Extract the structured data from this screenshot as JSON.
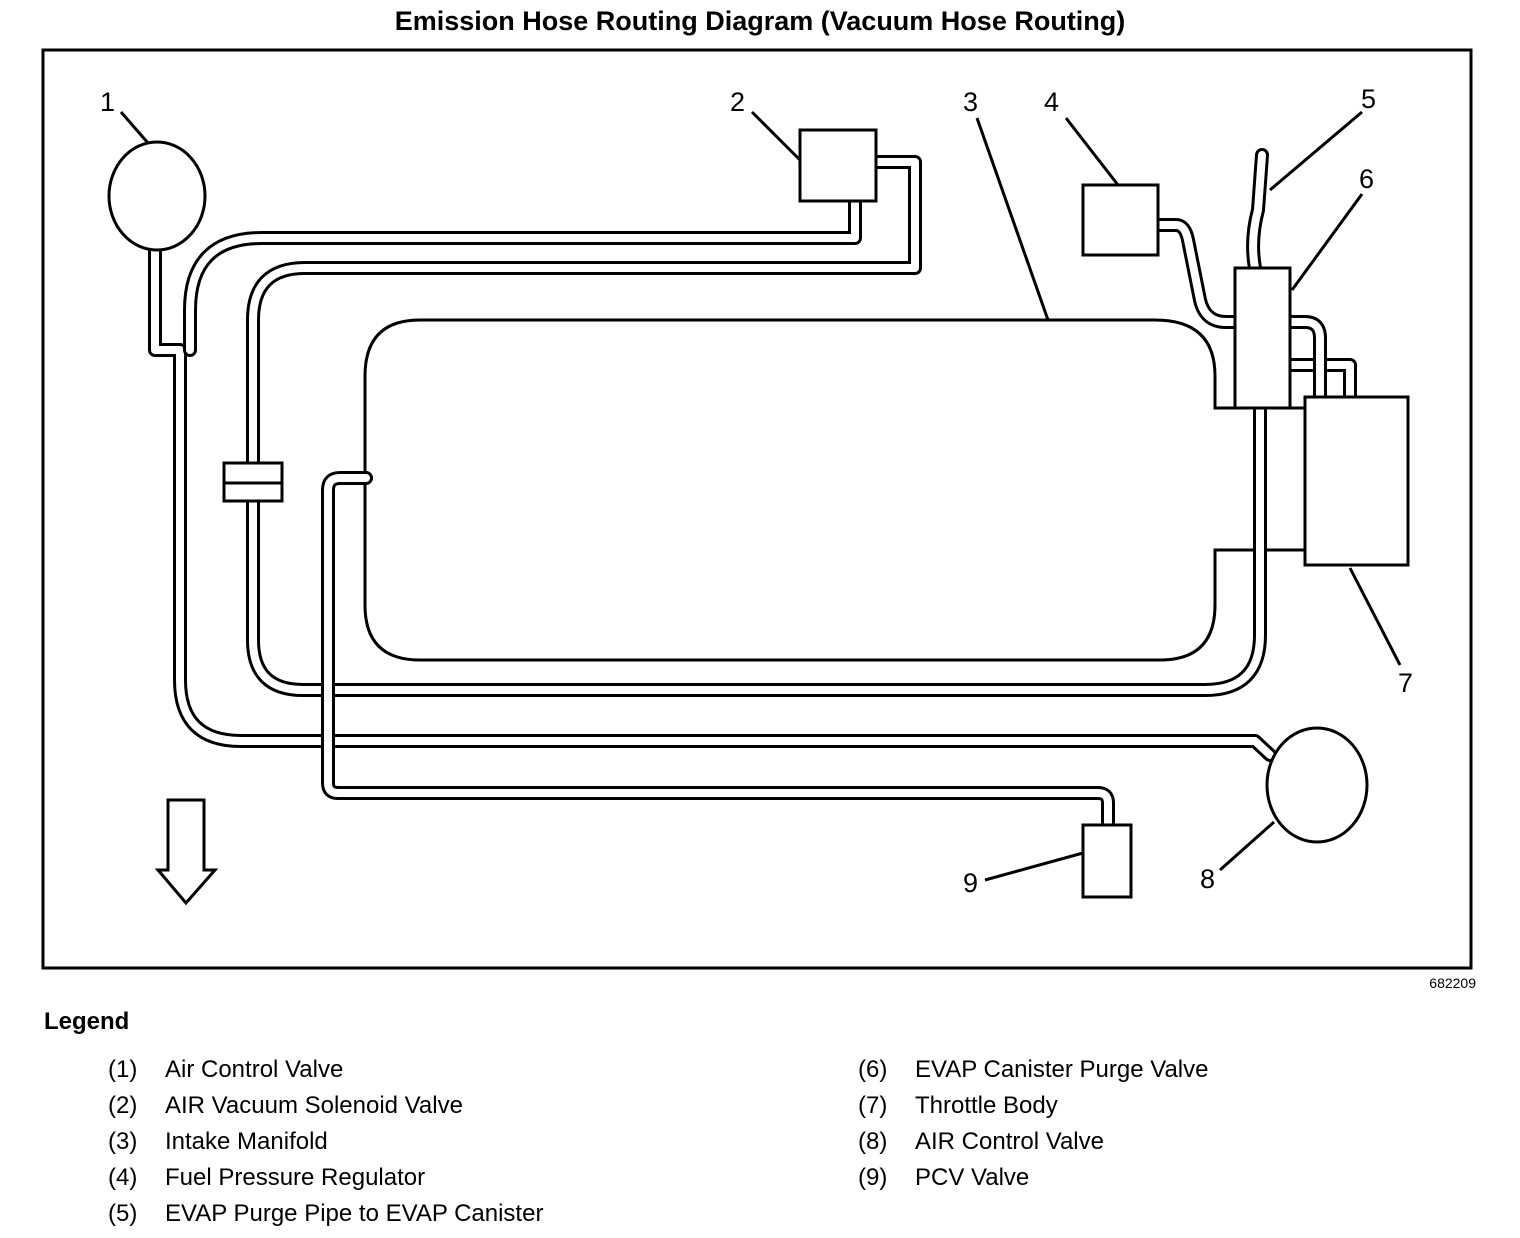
{
  "title": "Emission Hose Routing Diagram (Vacuum Hose Routing)",
  "figure_id": "682209",
  "callouts": [
    "1",
    "2",
    "3",
    "4",
    "5",
    "6",
    "7",
    "8",
    "9"
  ],
  "legend": {
    "title": "Legend",
    "items": [
      {
        "num": "(1)",
        "label": "Air Control Valve"
      },
      {
        "num": "(2)",
        "label": "AIR Vacuum Solenoid Valve"
      },
      {
        "num": "(3)",
        "label": "Intake Manifold"
      },
      {
        "num": "(4)",
        "label": "Fuel Pressure Regulator"
      },
      {
        "num": "(5)",
        "label": "EVAP Purge Pipe to EVAP Canister"
      },
      {
        "num": "(6)",
        "label": "EVAP Canister Purge Valve"
      },
      {
        "num": "(7)",
        "label": "Throttle Body"
      },
      {
        "num": "(8)",
        "label": "AIR Control Valve"
      },
      {
        "num": "(9)",
        "label": "PCV Valve"
      }
    ]
  },
  "icons": {
    "front": "down-arrow-icon"
  }
}
